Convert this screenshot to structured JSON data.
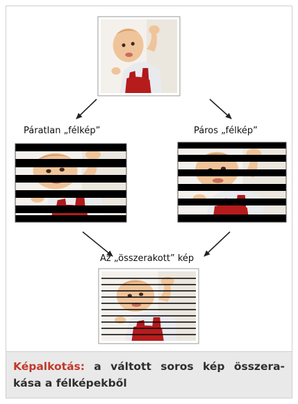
{
  "labels": {
    "odd_field": "Páratlan „félkép”",
    "even_field": "Páros „félkép”",
    "combined": "Az „összerakott” kép"
  },
  "caption": {
    "highlight": "Képalkotás:",
    "text": " a váltott soros kép összera-kása a félképekből"
  },
  "colors": {
    "caption_highlight": "#c0392b",
    "caption_background": "#e9e9e9",
    "border": "#cfcfcf"
  }
}
